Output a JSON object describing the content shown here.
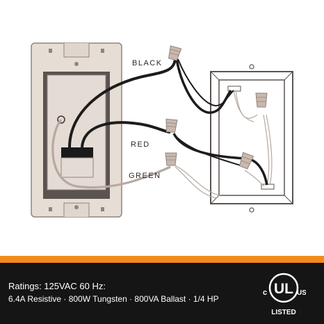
{
  "labels": {
    "black": "BLACK",
    "red": "RED",
    "green": "GREEN"
  },
  "footer": {
    "line1": "Ratings: 125VAC 60 Hz:",
    "line2": "6.4A Resistive · 800W Tungsten · 800VA Ballast · 1/4 HP"
  },
  "certification": {
    "c": "c",
    "ul": "UL",
    "us": "US",
    "listed": "LISTED"
  },
  "colors": {
    "accent_orange": "#f28a1e",
    "footer_bg": "#151515",
    "plate": "#e6ddd5",
    "wire_black": "#1c1c1c",
    "wire_ground": "#b7a8a1",
    "wire_nut": "#c9b8ad"
  }
}
